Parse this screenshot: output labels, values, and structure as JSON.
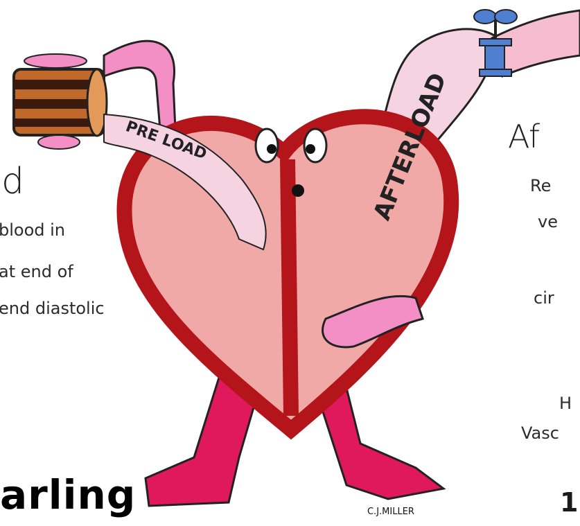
{
  "left_text": {
    "heading": "d",
    "line1": "blood in",
    "line2": "at end of",
    "line3": "end diastolic"
  },
  "right_text": {
    "heading": "Af",
    "line1": "Re",
    "line2": "ve",
    "line3": "cir",
    "line4": "H",
    "line5": "Vasc"
  },
  "bottom_left_text": "arling",
  "bottom_right_text": "1",
  "illustration": {
    "preload_label": "PRE LOAD",
    "afterload_label": "AFTERLOAD",
    "signature": "C.J.MILLER"
  },
  "colors": {
    "heart_outline": "#b3151b",
    "heart_fill": "#f1a9a8",
    "legs": "#e0195c",
    "arms": "#f38fc4",
    "vessel": "#f6d3e0",
    "clamp": "#4e7fd0",
    "can": "#c0692b"
  }
}
